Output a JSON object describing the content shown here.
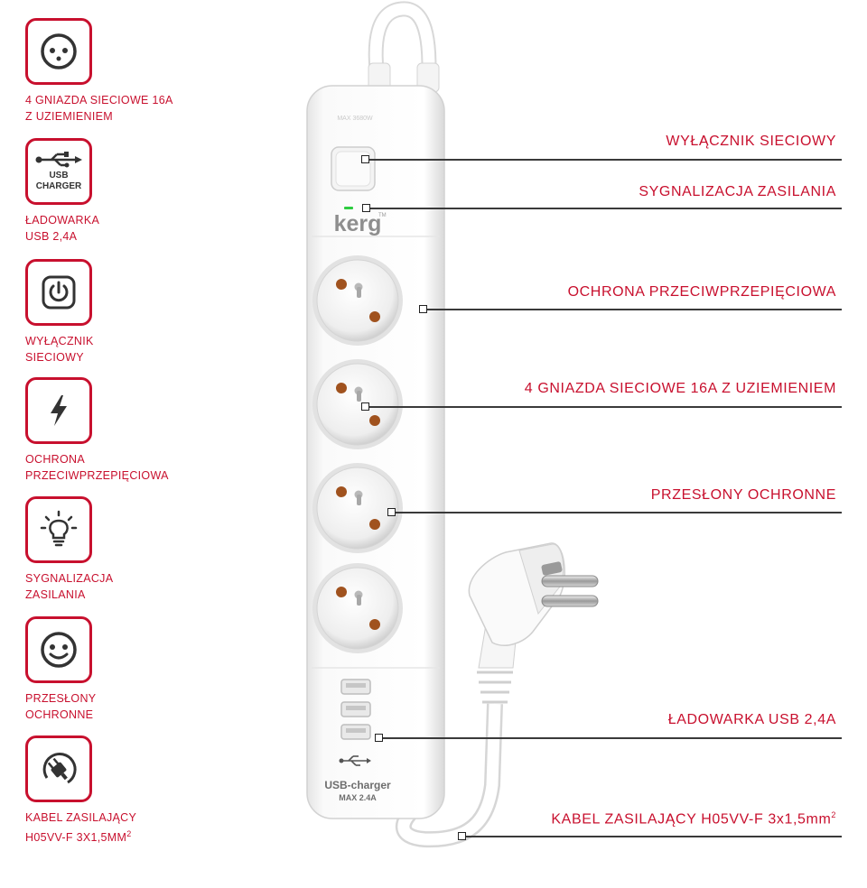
{
  "features": [
    {
      "icon": "socket-icon",
      "lines": [
        "4 GNIAZDA SIECIOWE 16A",
        "Z UZIEMIENIEM"
      ]
    },
    {
      "icon": "usb-charger-icon",
      "icon_text": [
        "USB",
        "CHARGER"
      ],
      "lines": [
        "ŁADOWARKA",
        "USB 2,4A"
      ]
    },
    {
      "icon": "power-icon",
      "lines": [
        "WYŁĄCZNIK",
        "SIECIOWY"
      ]
    },
    {
      "icon": "lightning-icon",
      "lines": [
        "OCHRONA",
        "PRZECIWPRZEPIĘCIOWA"
      ]
    },
    {
      "icon": "lightbulb-icon",
      "lines": [
        "SYGNALIZACJA",
        "ZASILANIA"
      ]
    },
    {
      "icon": "shutter-icon",
      "lines": [
        "PRZESŁONY",
        "OCHRONNE"
      ]
    },
    {
      "icon": "plug-cable-icon",
      "lines": [
        "KABEL ZASILAJĄCY",
        "H05VV-F 3x1,5mm",
        "2"
      ]
    }
  ],
  "callouts": [
    {
      "text": "WYŁĄCZNIK SIECIOWY"
    },
    {
      "text": "SYGNALIZACJA ZASILANIA"
    },
    {
      "text": "OCHRONA PRZECIWPRZEPIĘCIOWA"
    },
    {
      "text": "4 GNIAZDA SIECIOWE 16A Z UZIEMIENIEM"
    },
    {
      "text": "PRZESŁONY OCHRONNE"
    },
    {
      "text": "ŁADOWARKA USB 2,4A"
    },
    {
      "text": "KABEL ZASILAJĄCY H05VV-F 3x1,5mm",
      "sup": "2"
    }
  ],
  "product": {
    "brand": "kerg",
    "trademark": "TM",
    "switch_rating": "MAX 3680W",
    "usb_label": "USB-charger",
    "usb_max": "MAX 2.4A"
  },
  "colors": {
    "accent": "#c8102e",
    "led": "#2ecc40",
    "socket_pin": "#a0521e"
  }
}
